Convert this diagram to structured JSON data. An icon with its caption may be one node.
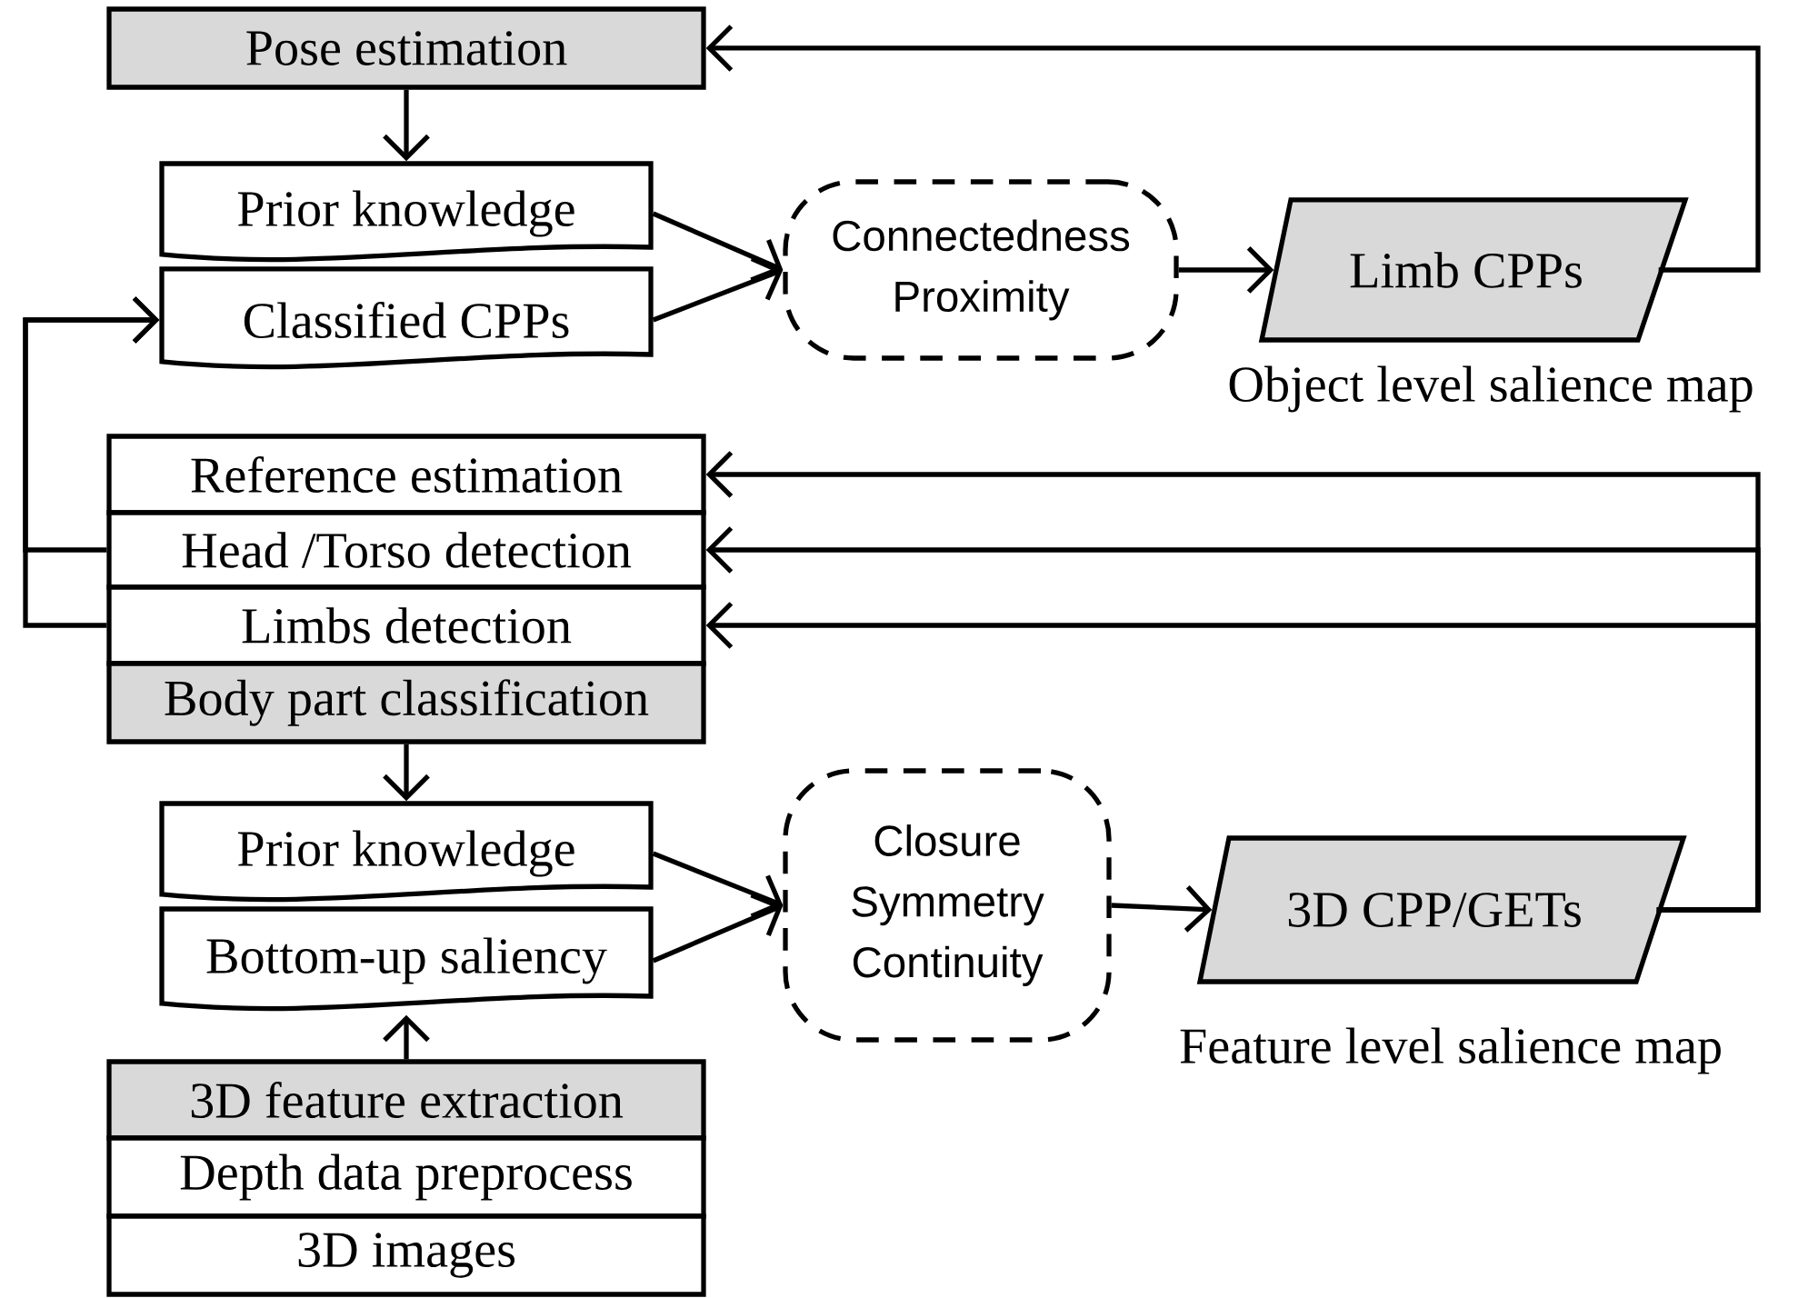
{
  "diagram": {
    "nodes": [
      {
        "text": [
          "Pose estimation"
        ]
      },
      {
        "text": [
          "Prior knowledge"
        ]
      },
      {
        "text": [
          "Classified CPPs"
        ]
      },
      {
        "text": [
          "Connectedness Proximity"
        ]
      },
      {
        "text": [
          "Limb CPPs"
        ],
        "beside": [
          "Object level salience map"
        ]
      },
      {
        "text": [
          "Reference estimation"
        ]
      },
      {
        "text": [
          "Head /Torso detection"
        ]
      },
      {
        "text": [
          "Limbs detection"
        ]
      },
      {
        "text": [
          "Body part classification"
        ]
      },
      {
        "text": [
          "Prior knowledge"
        ]
      },
      {
        "text": [
          "Bottom-up saliency"
        ]
      },
      {
        "text": [
          "Closure Symmetry Continuity"
        ]
      },
      {
        "text": [
          "3D CPP/GETs"
        ],
        "beside": [
          "Feature level salience map"
        ]
      },
      {
        "text": [
          "3D feature extraction"
        ]
      },
      {
        "text": [
          "Depth data preprocess"
        ]
      },
      {
        "text": [
          "3D images"
        ]
      }
    ],
    "edges": [
      {
        "from": 0,
        "to": 1,
        "arrow": "to"
      },
      {
        "from": 1,
        "to": 3,
        "arrow": "to"
      },
      {
        "from": 2,
        "to": 3,
        "arrow": "to"
      },
      {
        "from": 3,
        "to": 4,
        "arrow": "to"
      },
      {
        "from": 4,
        "to": 0,
        "arrow": "to"
      },
      {
        "from": 6,
        "to": 2,
        "arrow": "to"
      },
      {
        "from": 7,
        "to": 2,
        "arrow": "to"
      },
      {
        "from": 12,
        "to": 5,
        "arrow": "to"
      },
      {
        "from": 12,
        "to": 6,
        "arrow": "to"
      },
      {
        "from": 12,
        "to": 7,
        "arrow": "to"
      },
      {
        "from": 8,
        "to": 9,
        "arrow": "to"
      },
      {
        "from": 9,
        "to": 11,
        "arrow": "to"
      },
      {
        "from": 10,
        "to": 11,
        "arrow": "to"
      },
      {
        "from": 11,
        "to": 12,
        "arrow": "to"
      },
      {
        "from": 13,
        "to": 10,
        "arrow": "to"
      }
    ]
  }
}
